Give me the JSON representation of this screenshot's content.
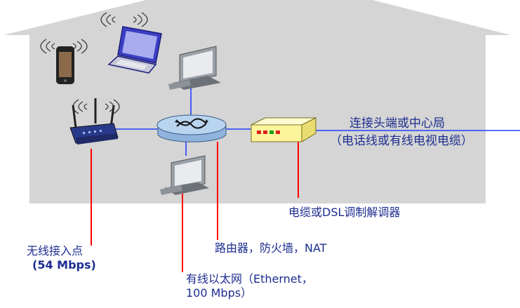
{
  "labels": {
    "headend": "连接头端或中心局",
    "headend_sub": "（电话线或有线电视电缆）",
    "modem": "电缆或DSL调制解调器",
    "router": "路由器，防火墙，NAT",
    "wireless_line1": "无线接入点",
    "wireless_line2": "(54 Mbps)",
    "ethernet_line1": "有线以太网（Ethernet，",
    "ethernet_line2": "100 Mbps）"
  },
  "colors": {
    "house": "#d5d5d5",
    "cable": "#1f3fff",
    "leader": "#ff0000",
    "text": "#1c2d8f",
    "router_body": "#b9d4ee",
    "modem_body": "#fdf59c"
  }
}
